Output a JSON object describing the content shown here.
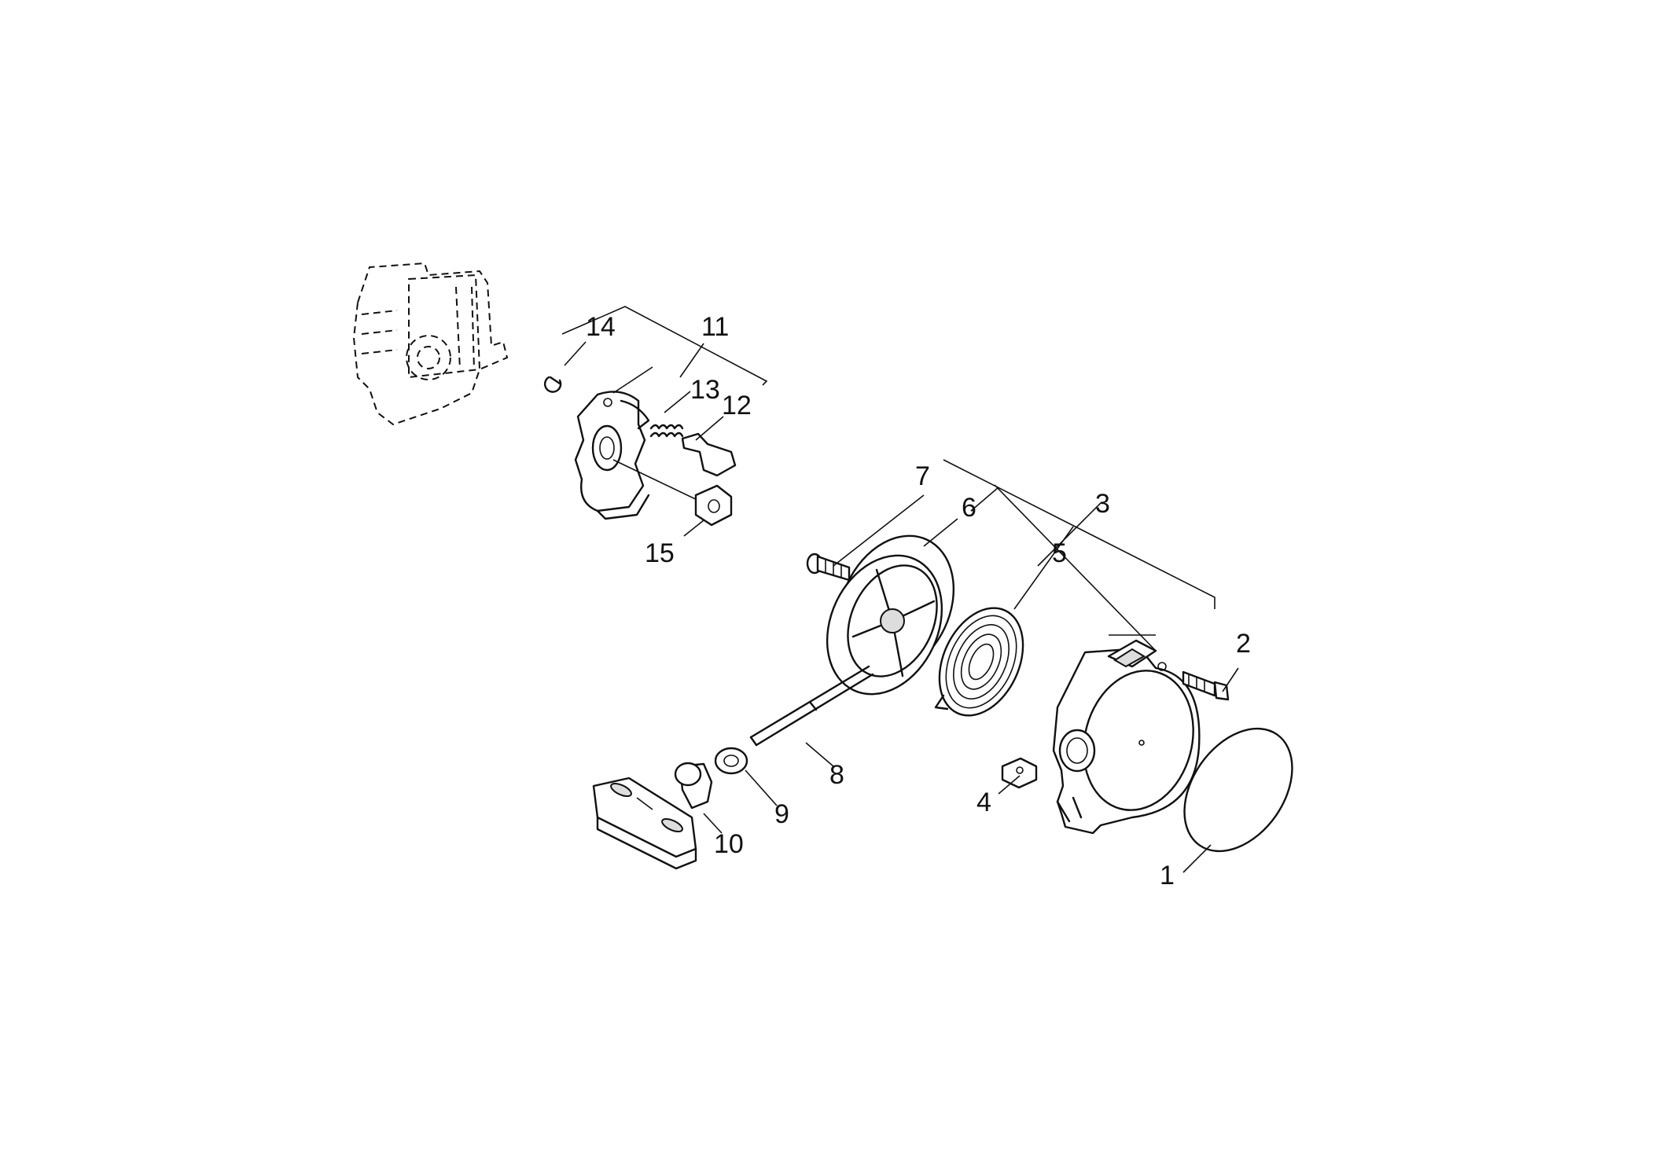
{
  "diagram": {
    "labels": [
      {
        "id": "1",
        "text": "1"
      },
      {
        "id": "2",
        "text": "2"
      },
      {
        "id": "3",
        "text": "3"
      },
      {
        "id": "4",
        "text": "4"
      },
      {
        "id": "5",
        "text": "5"
      },
      {
        "id": "6",
        "text": "6"
      },
      {
        "id": "7",
        "text": "7"
      },
      {
        "id": "8",
        "text": "8"
      },
      {
        "id": "9",
        "text": "9"
      },
      {
        "id": "10",
        "text": "10"
      },
      {
        "id": "11",
        "text": "11"
      },
      {
        "id": "12",
        "text": "12"
      },
      {
        "id": "13",
        "text": "13"
      },
      {
        "id": "14",
        "text": "14"
      },
      {
        "id": "15",
        "text": "15"
      }
    ]
  }
}
